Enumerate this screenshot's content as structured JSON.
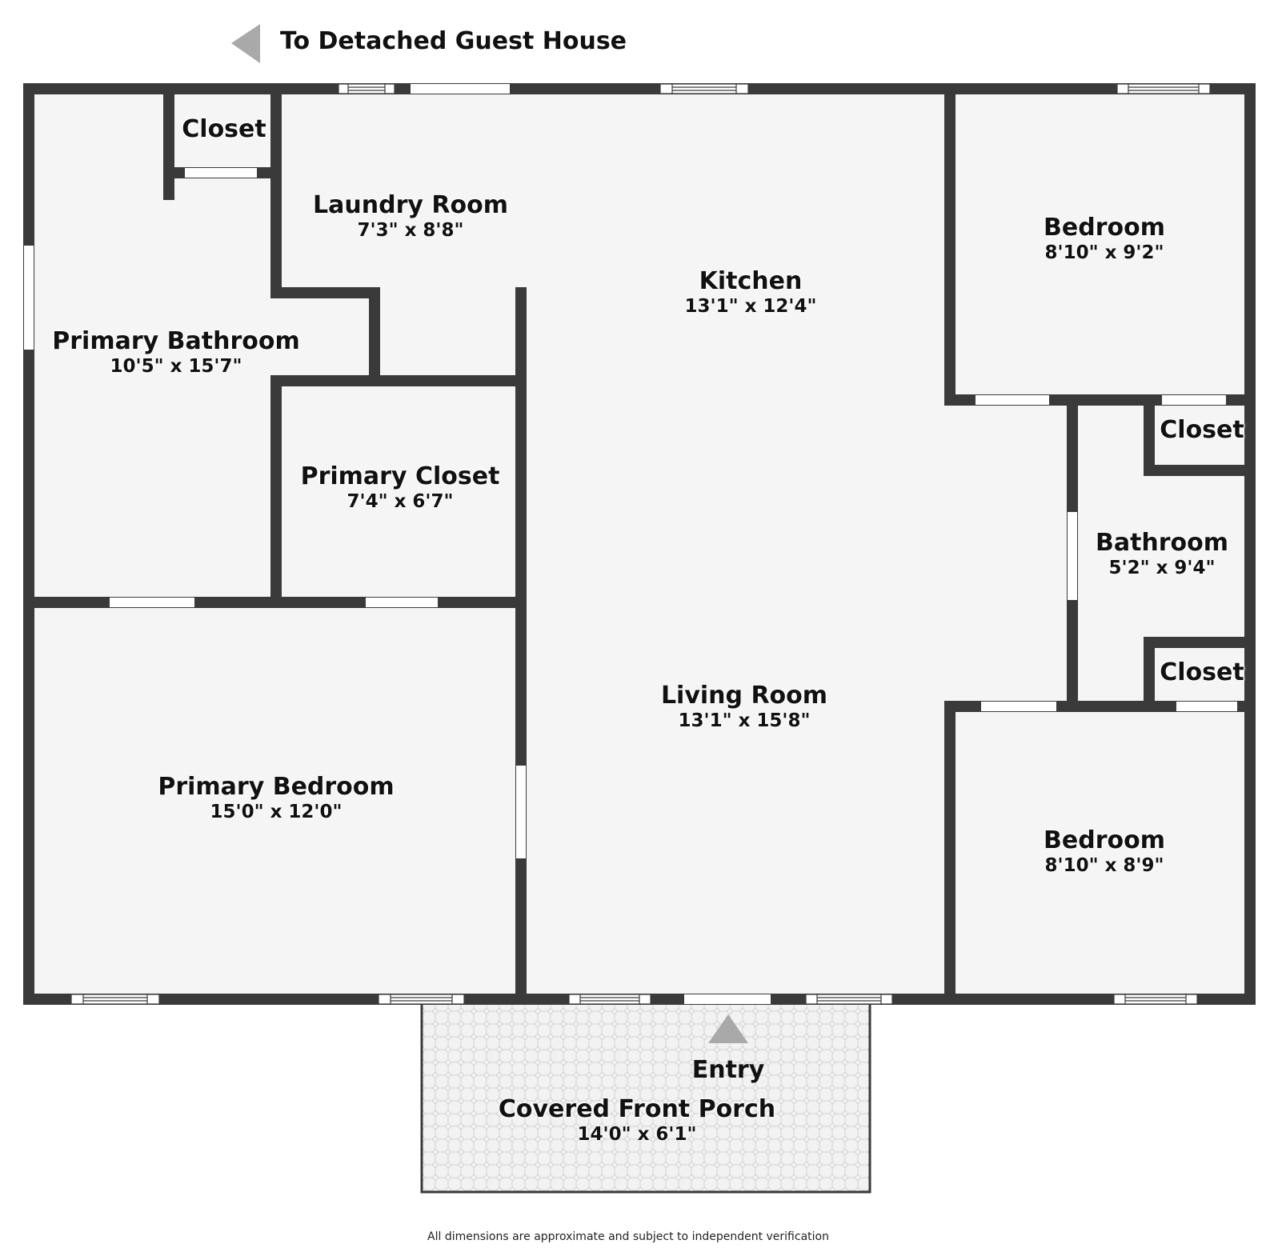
{
  "guest_house": {
    "label": "To Detached Guest House",
    "icon": "arrow-left-icon",
    "icon_color": "#a9a9a9"
  },
  "entry": {
    "label": "Entry",
    "icon": "arrow-up-icon"
  },
  "footnote": "All dimensions are approximate and subject to independent verification",
  "colors": {
    "wall": "#3a3a3a",
    "floor": "#f5f5f5",
    "porch_floor": "#f0f0f0",
    "arrow": "#a9a9a9"
  },
  "rooms": {
    "closet_top": {
      "name": "Closet"
    },
    "laundry": {
      "name": "Laundry Room",
      "dims": "7'3\" x 8'8\""
    },
    "kitchen": {
      "name": "Kitchen",
      "dims": "13'1\" x 12'4\""
    },
    "bedroom_top": {
      "name": "Bedroom",
      "dims": "8'10\" x 9'2\""
    },
    "primary_bathroom": {
      "name": "Primary Bathroom",
      "dims": "10'5\" x 15'7\""
    },
    "primary_closet": {
      "name": "Primary Closet",
      "dims": "7'4\" x 6'7\""
    },
    "closet_right_upper": {
      "name": "Closet"
    },
    "bathroom": {
      "name": "Bathroom",
      "dims": "5'2\" x 9'4\""
    },
    "closet_right_lower": {
      "name": "Closet"
    },
    "living": {
      "name": "Living Room",
      "dims": "13'1\" x 15'8\""
    },
    "primary_bedroom": {
      "name": "Primary Bedroom",
      "dims": "15'0\" x 12'0\""
    },
    "bedroom_bottom": {
      "name": "Bedroom",
      "dims": "8'10\" x 8'9\""
    },
    "porch": {
      "name": "Covered Front Porch",
      "dims": "14'0\" x 6'1\""
    }
  }
}
